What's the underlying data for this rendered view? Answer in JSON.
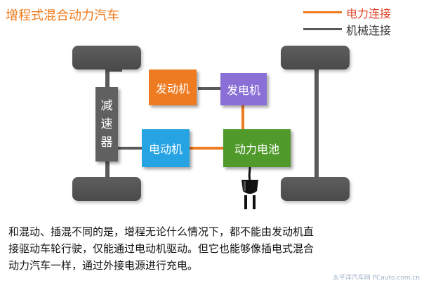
{
  "title": "增程式混合动力汽车",
  "legend": {
    "electric": {
      "label": "电力连接",
      "color": "#ef7b20",
      "text_color": "#e0462a"
    },
    "mechanical": {
      "label": "机械连接",
      "color": "#5a5a5a",
      "text_color": "#333333"
    }
  },
  "components": {
    "engine": {
      "label": "发动机",
      "color": "#ef7b20"
    },
    "generator": {
      "label": "发电机",
      "color": "#8a6fd6"
    },
    "motor": {
      "label": "电动机",
      "color": "#26a3e3"
    },
    "battery": {
      "label": "动力电池",
      "color": "#4f9a2a"
    },
    "reducer": {
      "chars": [
        "减",
        "速",
        "器"
      ],
      "color": "#606060"
    }
  },
  "caption": [
    "和混动、插混不同的是，增程无论什么情况下，都不能由发动机直",
    "接驱动车轮行驶，仅能通过电动机驱动。但它也能够像插电式混合",
    "动力汽车一样，通过外接电源进行充电。"
  ],
  "watermark": "太平洋汽车网 PCauto.com.cn"
}
